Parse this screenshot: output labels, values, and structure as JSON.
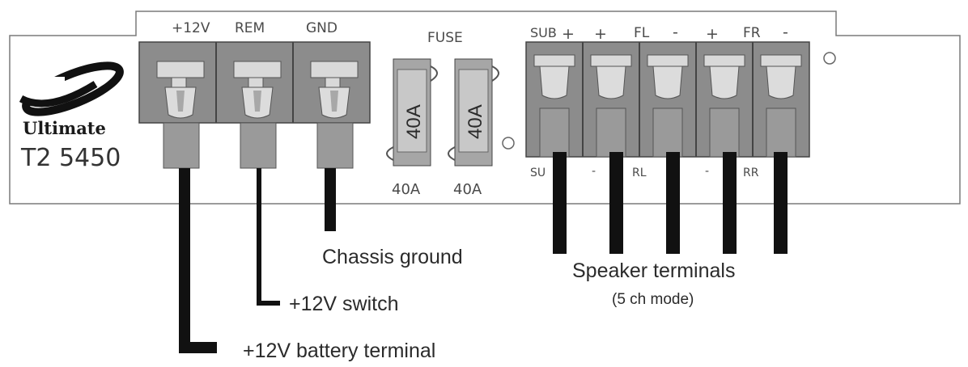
{
  "brand": {
    "name": "Ultimate",
    "model": "T2 5450"
  },
  "power_terminal_labels": [
    "+12V",
    "REM",
    "GND"
  ],
  "fuse": {
    "header": "FUSE",
    "body_ratings": [
      "40A",
      "40A"
    ],
    "ratings_below": [
      "40A",
      "40A"
    ]
  },
  "speaker_header_labels": [
    "SUB",
    "+",
    "+",
    "FL",
    "-",
    "+",
    "FR",
    "-"
  ],
  "speaker_bottom_labels": [
    "SU",
    "-",
    "RL",
    "-",
    "RR"
  ],
  "callouts": {
    "chassis_ground": "Chassis ground",
    "switch": "+12V switch",
    "battery": "+12V battery terminal",
    "speaker_title": "Speaker terminals",
    "speaker_mode": "(5 ch mode)"
  }
}
